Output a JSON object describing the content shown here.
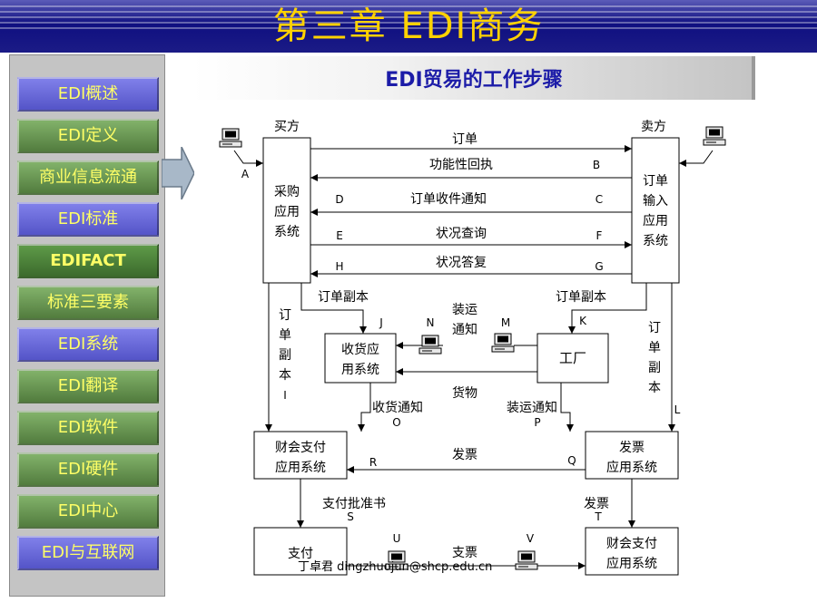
{
  "header": {
    "title": "第三章  EDI商务"
  },
  "sidebar": {
    "items": [
      {
        "label": "EDI概述"
      },
      {
        "label": "EDI定义"
      },
      {
        "label": "商业信息流通"
      },
      {
        "label": "EDI标准"
      },
      {
        "label": "EDIFACT"
      },
      {
        "label": "标准三要素"
      },
      {
        "label": "EDI系统"
      },
      {
        "label": "EDI翻译"
      },
      {
        "label": "EDI软件"
      },
      {
        "label": "EDI硬件"
      },
      {
        "label": "EDI中心"
      },
      {
        "label": "EDI与互联网"
      }
    ]
  },
  "page": {
    "subtitle": "EDI贸易的工作步骤"
  },
  "diagram": {
    "parties": {
      "buyer": "买方",
      "seller": "卖方"
    },
    "nodes": {
      "purchase": [
        "采购",
        "应用",
        "系统"
      ],
      "order_entry": [
        "订单",
        "输入",
        "应用",
        "系统"
      ],
      "receiving": [
        "收货应",
        "用系统"
      ],
      "factory": "工厂",
      "finance_buyer": [
        "财会支付",
        "应用系统"
      ],
      "invoice": [
        "发票",
        "应用系统"
      ],
      "payment": "支付",
      "finance_seller": [
        "财会支付",
        "应用系统"
      ]
    },
    "messages": {
      "order": "订单",
      "functional_ack": "功能性回执",
      "order_receipt_notice": "订单收件通知",
      "status_query": "状况查询",
      "status_reply": "状况答复",
      "order_copy": "订单副本",
      "ship_notice": [
        "装运",
        "通知"
      ],
      "goods": "货物",
      "receipt_notice": "收货通知",
      "shipping_notice": "装运通知",
      "invoice": "发票",
      "invoice_t": "发票",
      "payment_approval": "支付批准书",
      "check": "支票",
      "vertical_order_copy": [
        "订",
        "单",
        "副",
        "本"
      ]
    },
    "labels": {
      "A": "A",
      "B": "B",
      "C": "C",
      "D": "D",
      "E": "E",
      "F": "F",
      "G": "G",
      "H": "H",
      "I": "I",
      "J": "J",
      "K": "K",
      "L": "L",
      "M": "M",
      "N": "N",
      "O": "O",
      "P": "P",
      "Q": "Q",
      "R": "R",
      "S": "S",
      "T": "T",
      "U": "U",
      "V": "V"
    },
    "footer": "丁卓君  dingzhuojun@shcp.edu.cn"
  },
  "colors": {
    "header_dark": "#0f0f80",
    "title": "#ffd200",
    "nav_text": "#ffff66",
    "nav_purple": "#6a6ad8",
    "nav_green": "#6b9a55",
    "subtitle": "#1c1ca8"
  }
}
